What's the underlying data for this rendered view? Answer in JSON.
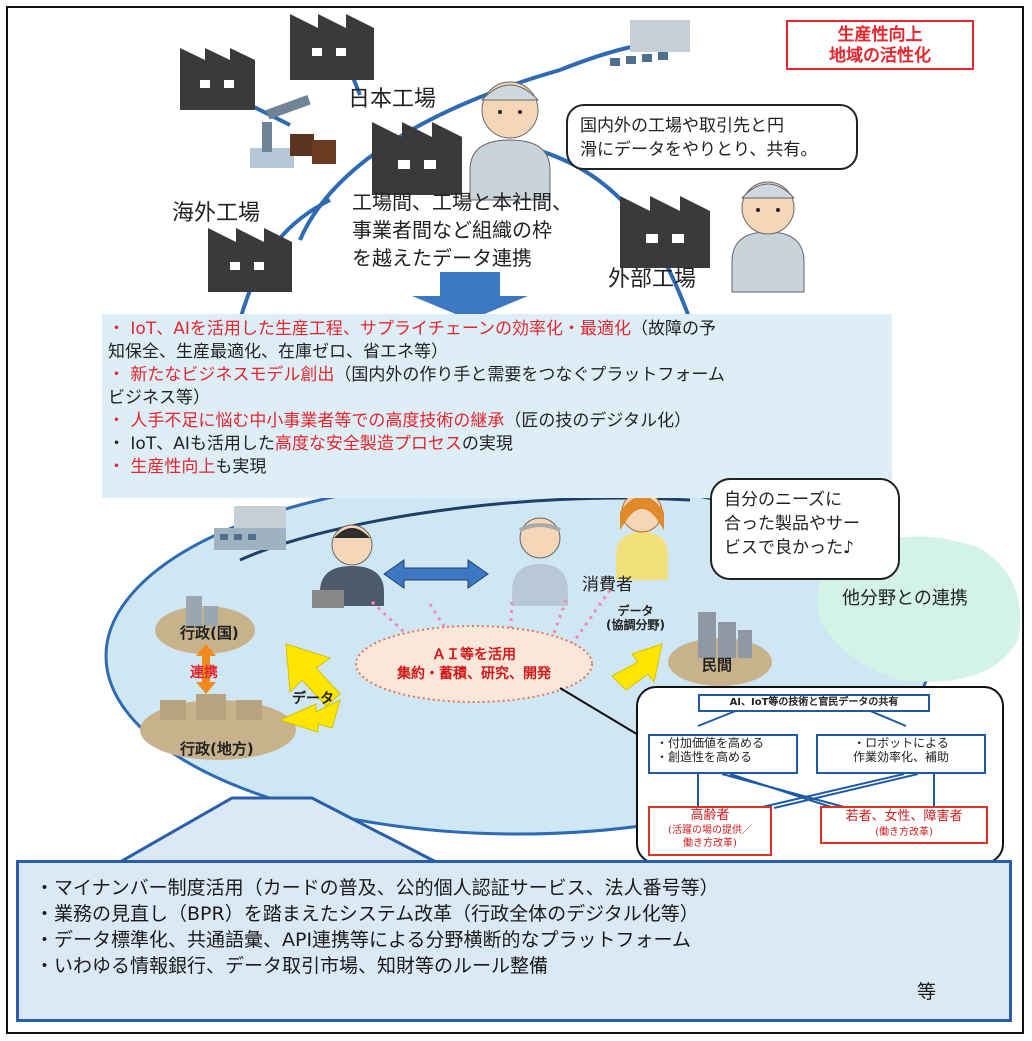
{
  "header": {
    "badge_line1": "生産性向上",
    "badge_line2": "地域の活性化",
    "japan_factory": "日本工場",
    "overseas_factory": "海外工場",
    "external_factory": "外部工場",
    "center_line1": "工場間、工場と本社間、",
    "center_line2": "事業者間など組織の枠",
    "center_line3": "を越えたデータ連携",
    "bubble_line1": "国内外の工場や取引先と円",
    "bubble_line2": "滑にデータをやりとり、共有。"
  },
  "benefits": [
    {
      "prefix": "・ ",
      "red": "IoT、AIを活用した生産工程、サプライチェーンの効率化・最適化",
      "rest": "（故障の予"
    },
    {
      "prefix": "  ",
      "red": "",
      "rest": "知保全、生産最適化、在庫ゼロ、省エネ等）"
    },
    {
      "prefix": "・ ",
      "red": "新たなビジネスモデル創出",
      "rest": "（国内外の作り手と需要をつなぐプラットフォーム"
    },
    {
      "prefix": "  ",
      "red": "",
      "rest": "ビジネス等）"
    },
    {
      "prefix": "・ ",
      "red": "人手不足に悩む中小事業者等での高度技術の継承",
      "rest": "（匠の技のデジタル化）"
    },
    {
      "prefix": "・ IoT、AIも活用した",
      "red": "高度な安全製造プロセス",
      "rest": "の実現"
    },
    {
      "prefix": "・ ",
      "red": "生産性向上",
      "rest": "も実現"
    }
  ],
  "ecosystem": {
    "consumer_label": "消費者",
    "bubble_line1": "自分のニーズに",
    "bubble_line2": "合った製品やサー",
    "bubble_line3": "ビスで良かった♪",
    "other_fields": "他分野との連携",
    "gov_national": "行政(国)",
    "renkei": "連携",
    "gov_local": "行政(地方)",
    "data_label": "データ",
    "data_coop_line1": "データ",
    "data_coop_line2": "(協調分野)",
    "private_label": "民間",
    "ai_line1": "ＡＩ等を活用",
    "ai_line2": "集約・蓄積、研究、開発"
  },
  "detail": {
    "title": "AI、IoT等の技術と官民データの共有",
    "box_left_line1": "・付加価値を高める",
    "box_left_line2": "・創造性を高める",
    "box_right_line1": "・ロボットによる",
    "box_right_line2": "作業効率化、補助",
    "elderly": "高齢者",
    "elderly_sub1": "(活躍の場の提供／",
    "elderly_sub2": "働き方改革)",
    "youth": "若者、女性、障害者",
    "youth_sub": "(働き方改革)"
  },
  "bottom": {
    "items": [
      "・マイナンバー制度活用（カードの普及、公的個人認証サービス、法人番号等）",
      "・業務の見直し（BPR）を踏まえたシステム改革（行政全体のデジタル化等）",
      "・データ標準化、共通語彙、API連携等による分野横断的なプラットフォーム",
      "・いわゆる情報銀行、データ取引市場、知財等のルール整備"
    ],
    "suffix": "等"
  },
  "colors": {
    "accent_red": "#e5262d",
    "line_blue": "#2e6bb3",
    "arrow_blue": "#3d78c2",
    "ellipse_fill": "#cfe6f3",
    "factory_dark": "#3a3a3a",
    "yellow_arrow": "#ffe600"
  }
}
